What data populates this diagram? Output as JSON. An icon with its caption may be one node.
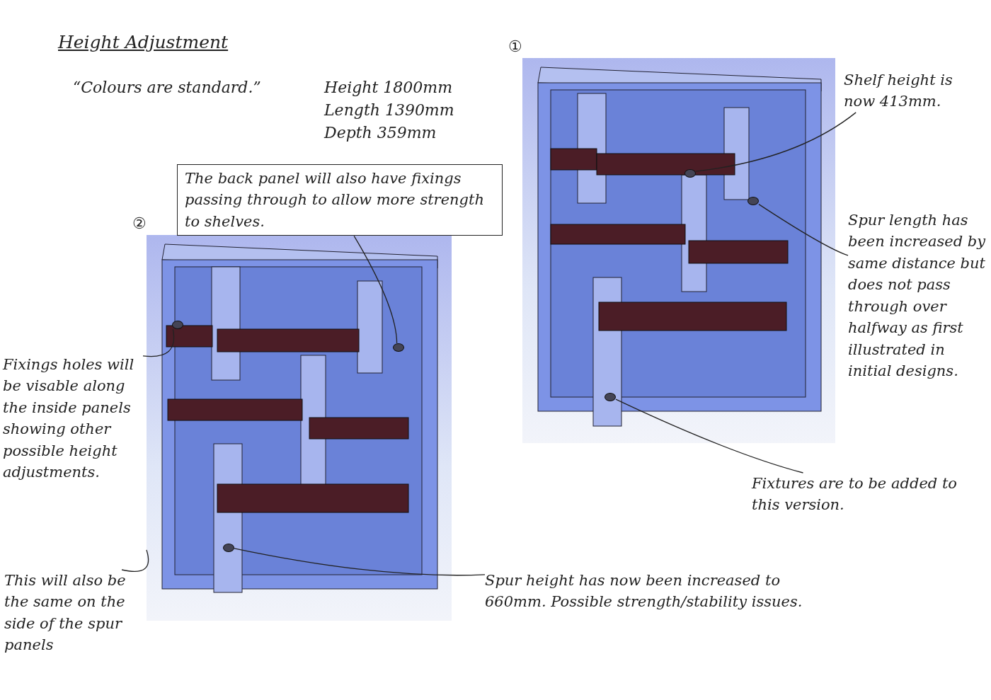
{
  "diagram": {
    "title": "Height Adjustment",
    "nodes": [
      {
        "text": [],
        "shape": "picture",
        "beside": [
          "①"
        ]
      },
      {
        "text": [],
        "shape": "circle",
        "in": 0
      },
      {
        "text": [],
        "shape": "circle",
        "in": 0
      },
      {
        "text": [],
        "shape": "circle",
        "in": 0
      },
      {
        "text": [],
        "shape": "picture",
        "beside": [
          "②"
        ]
      },
      {
        "text": [],
        "shape": "circle",
        "in": 4
      },
      {
        "text": [],
        "shape": "circle",
        "in": 4
      },
      {
        "text": [],
        "shape": "circle",
        "in": 4
      },
      {
        "text": [
          "Shelf height is now 413mm."
        ]
      },
      {
        "text": [
          "Spur length has been increased by same distance but does not pass through over halfway as first illustrated in initial designs."
        ]
      },
      {
        "text": [
          "Fixtures are to be added to this version."
        ]
      },
      {
        "text": [
          "The back panel will also have fixings passing through to allow more strength to shelves."
        ]
      },
      {
        "text": [
          "Fixings holes will be visable along the inside panels showing other possible height adjustments."
        ]
      },
      {
        "text": [
          "This will also be the same on the side of the spur panels"
        ]
      },
      {
        "text": [
          "Spur height has now been increased to 660mm. Possible strength/stability issues."
        ]
      }
    ],
    "edges": [
      {
        "from": 8,
        "to": 1,
        "arrow": "none"
      },
      {
        "from": 9,
        "to": 2,
        "arrow": "none"
      },
      {
        "from": 10,
        "to": 3,
        "arrow": "none"
      },
      {
        "from": 11,
        "to": 6,
        "arrow": "none"
      },
      {
        "from": 12,
        "to": 5,
        "arrow": "none"
      },
      {
        "from": 13,
        "to": 4,
        "arrow": "none"
      },
      {
        "from": 14,
        "to": 7,
        "arrow": "none"
      }
    ],
    "labels": [
      "“Colours are standard.”",
      "Height 1800mm",
      "Length 1390mm",
      "Depth 359mm"
    ]
  }
}
